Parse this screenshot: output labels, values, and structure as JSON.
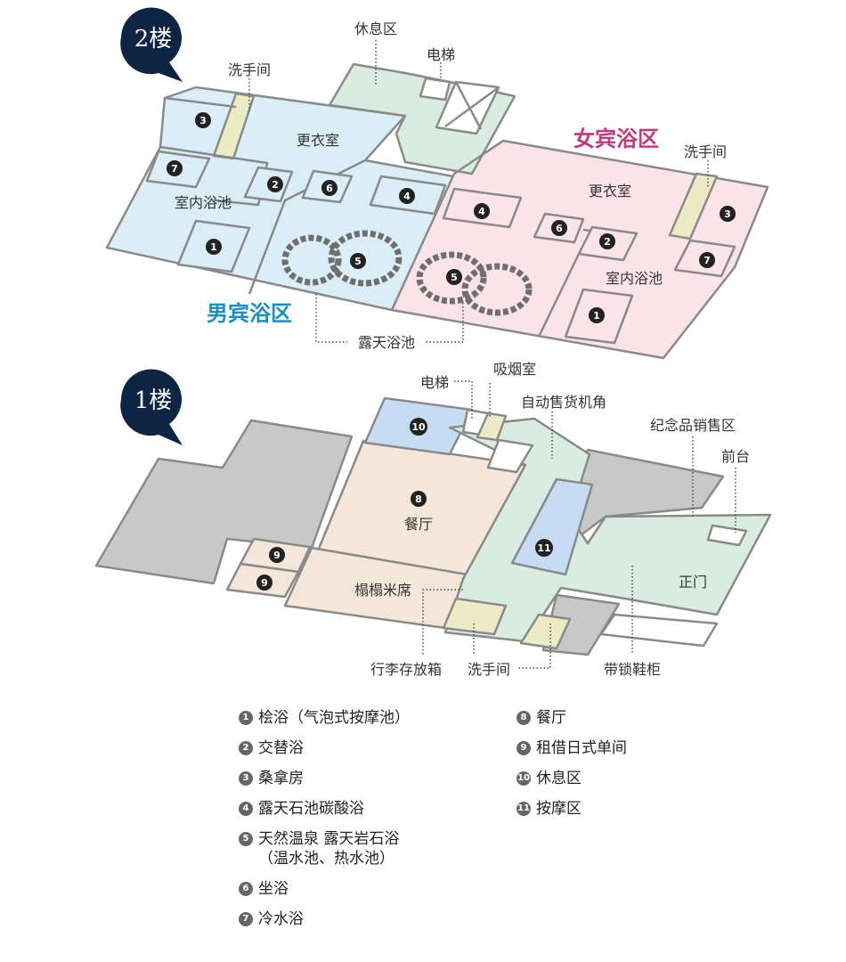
{
  "floors": {
    "floor2": {
      "badge": "2楼",
      "male_zone": "男宾浴区",
      "female_zone": "女宾浴区",
      "male_color": "#1b8fc0",
      "female_color": "#c23a7e",
      "labels": {
        "rest_area": "休息区",
        "elevator": "电梯",
        "washroom_male": "洗手间",
        "washroom_female": "洗手间",
        "changing_male": "更衣室",
        "changing_female": "更衣室",
        "indoor_male": "室内浴池",
        "indoor_female": "室内浴池",
        "outdoor_bath": "露天浴池"
      },
      "markers_male": [
        "1",
        "2",
        "3",
        "4",
        "5",
        "6",
        "7"
      ],
      "markers_female": [
        "1",
        "2",
        "3",
        "4",
        "5",
        "6",
        "7"
      ]
    },
    "floor1": {
      "badge": "1楼",
      "labels": {
        "elevator": "电梯",
        "smoking_room": "吸烟室",
        "vending_corner": "自动售货机角",
        "souvenir_area": "纪念品销售区",
        "front_desk": "前台",
        "restaurant": "餐厅",
        "tatami": "榻榻米席",
        "main_entrance": "正门",
        "luggage_storage": "行李存放箱",
        "washroom": "洗手间",
        "shoe_locker": "带锁鞋柜"
      },
      "markers": [
        "8",
        "9",
        "9",
        "10",
        "11"
      ]
    }
  },
  "legend": {
    "left": [
      {
        "num": "1",
        "text": "桧浴（气泡式按摩池）"
      },
      {
        "num": "2",
        "text": "交替浴"
      },
      {
        "num": "3",
        "text": "桑拿房"
      },
      {
        "num": "4",
        "text": "露天石池碳酸浴"
      },
      {
        "num": "5",
        "text": "天然温泉 露天岩石浴\n（温水池、热水池）"
      },
      {
        "num": "6",
        "text": "坐浴"
      },
      {
        "num": "7",
        "text": "冷水浴"
      }
    ],
    "right": [
      {
        "num": "8",
        "text": "餐厅"
      },
      {
        "num": "9",
        "text": "租借日式单间"
      },
      {
        "num": "10",
        "text": "休息区"
      },
      {
        "num": "11",
        "text": "按摩区"
      }
    ]
  },
  "colors": {
    "male_bath": "#d9eef6",
    "female_bath": "#fbe3ea",
    "rest_area": "#d8ece1",
    "restaurant": "#f5e6da",
    "lounge_blue": "#c5dcf2",
    "gray_block": "#c8c8c8",
    "washroom": "#ecebc3",
    "marker": "#222222",
    "badge": "#0e2443"
  }
}
